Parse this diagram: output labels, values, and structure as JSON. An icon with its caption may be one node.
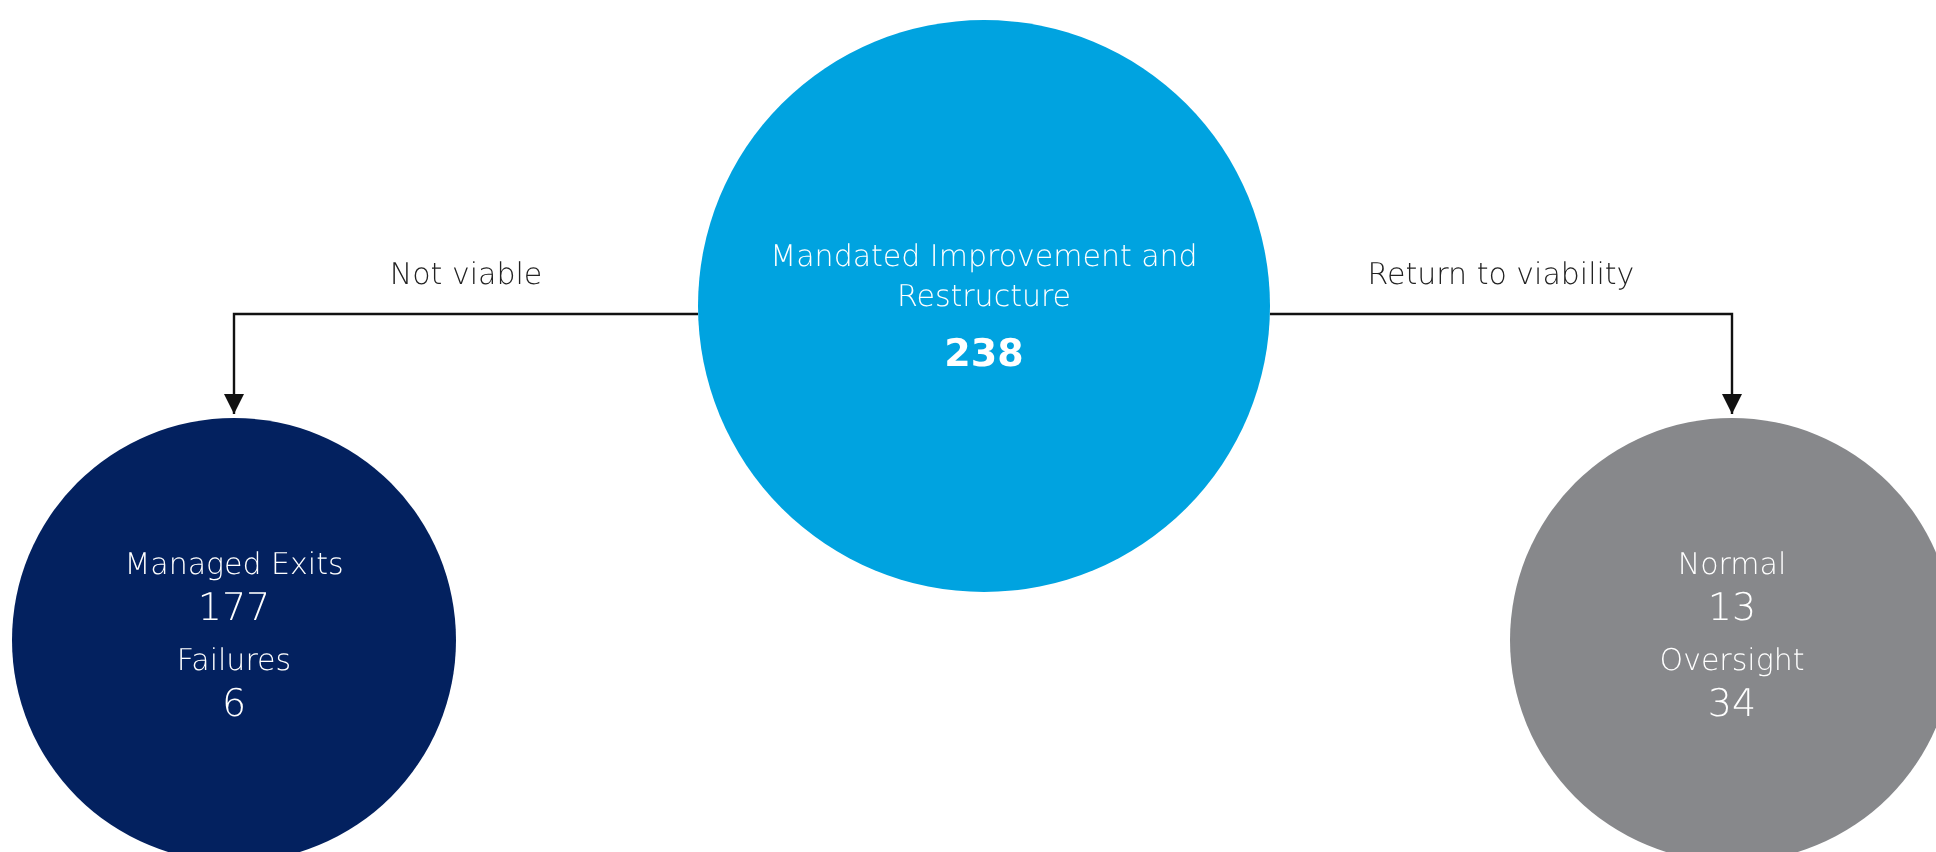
{
  "diagram": {
    "nodes": [
      {
        "text": [
          "Mandated Improvement and Restructure",
          "238"
        ]
      },
      {
        "text": [
          "Managed Exits",
          "177",
          "Failures",
          "6"
        ]
      },
      {
        "text": [
          "Normal",
          "13",
          "Oversight",
          "34"
        ]
      }
    ],
    "edges": [
      {
        "from": 0,
        "to": 1,
        "arrow": "to",
        "label": "Not viable"
      },
      {
        "from": 0,
        "to": 2,
        "arrow": "to",
        "label": "Return to viability"
      }
    ]
  }
}
